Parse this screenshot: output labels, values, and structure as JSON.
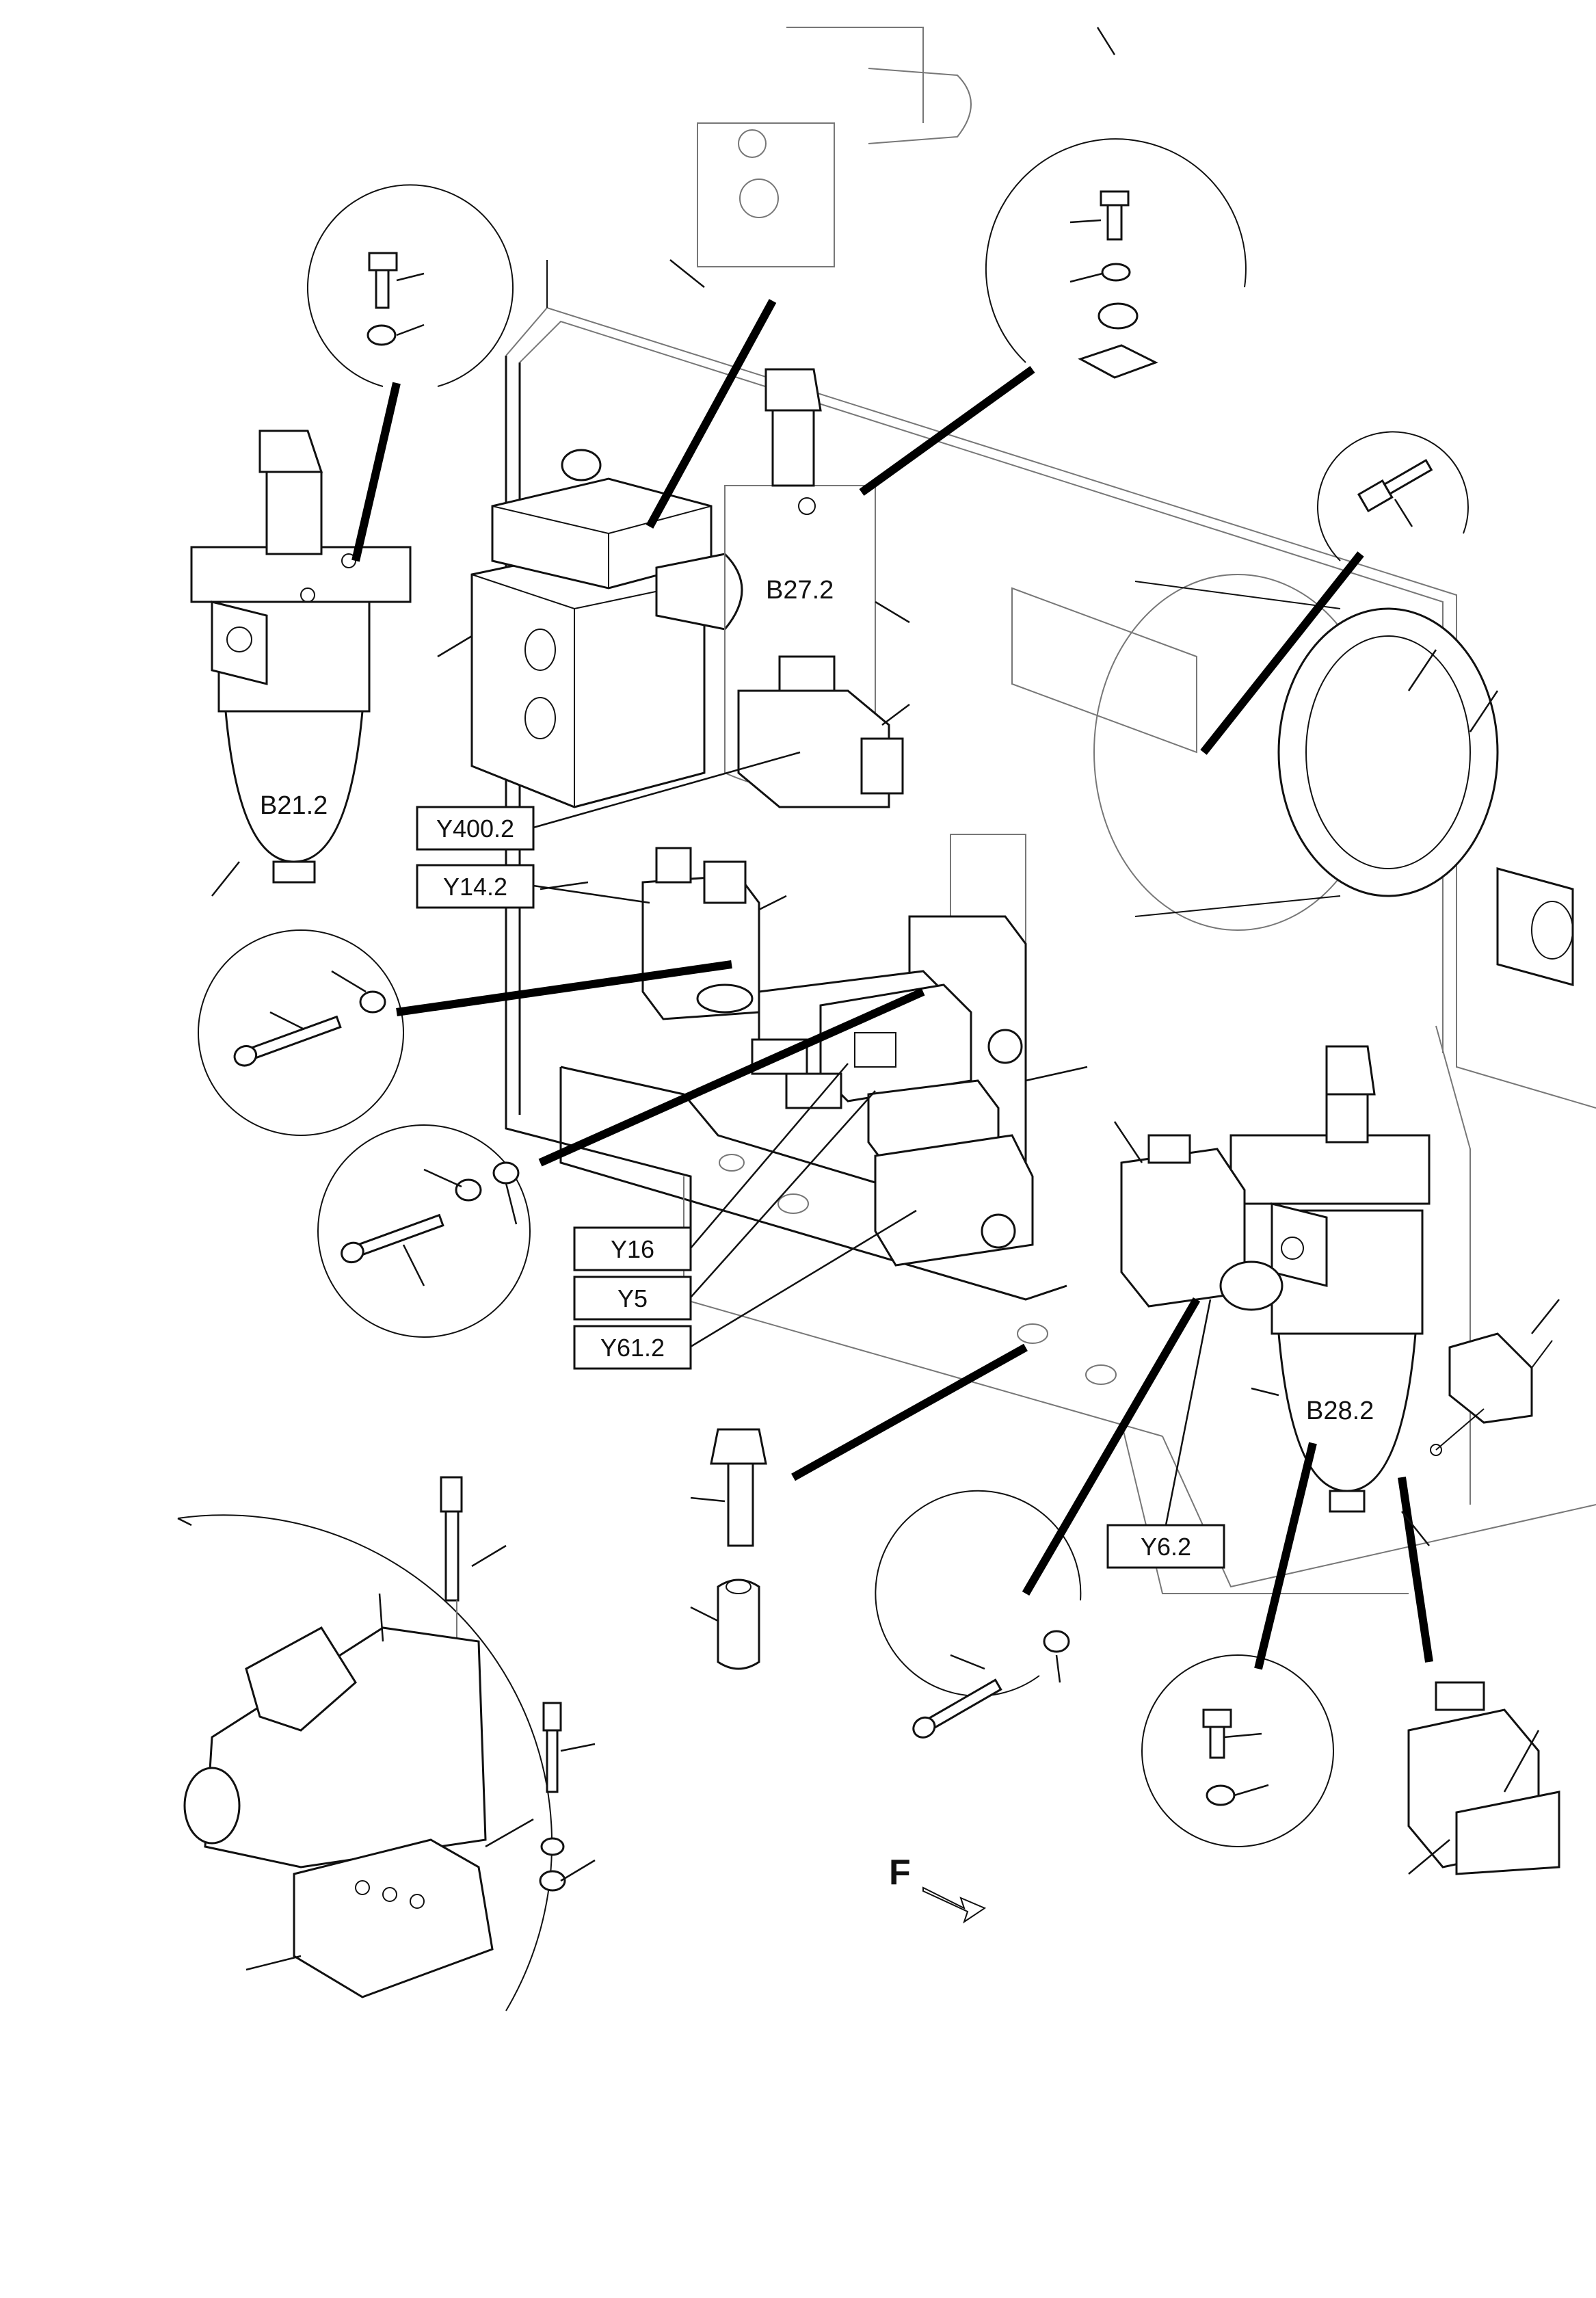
{
  "labels": {
    "b21_2": "B21.2",
    "b27_2": "B27.2",
    "b28_2": "B28.2",
    "y400_2": "Y400.2",
    "y14_2": "Y14.2",
    "y16": "Y16",
    "y5": "Y5",
    "y61_2": "Y61.2",
    "y6_2": "Y6.2"
  },
  "direction_marker": "F"
}
